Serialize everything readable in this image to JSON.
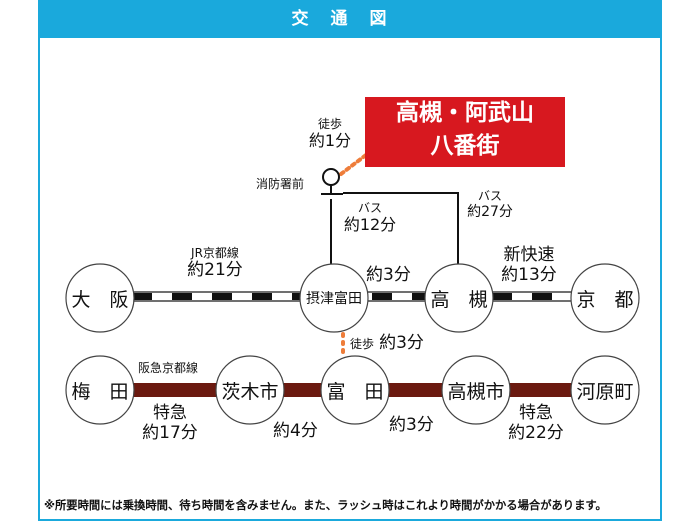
{
  "title": "交通図",
  "destination": {
    "line1": "高槻・阿武山",
    "line2": "八番街"
  },
  "bus_stop": "消防署前",
  "walk_top": {
    "mode": "徒歩",
    "time": "約1分"
  },
  "bus1": {
    "mode": "バス",
    "time": "約12分"
  },
  "bus2": {
    "mode": "バス",
    "time": "約27分"
  },
  "jr": {
    "stations": [
      "大　阪",
      "摂津富田",
      "高　槻",
      "京　都"
    ],
    "line_name": "JR京都線",
    "seg1_time": "約21分",
    "seg2_time": "約3分",
    "seg3_mode": "新快速",
    "seg3_time": "約13分"
  },
  "transfer": {
    "mode": "徒歩",
    "time": "約3分"
  },
  "hankyu": {
    "stations": [
      "梅　田",
      "茨木市",
      "富　田",
      "高槻市",
      "河原町"
    ],
    "line_name": "阪急京都線",
    "seg1_mode": "特急",
    "seg1_time": "約17分",
    "seg2_time": "約4分",
    "seg3_time": "約3分",
    "seg4_mode": "特急",
    "seg4_time": "約22分"
  },
  "note": "※所要時間には乗換時間、待ち時間を含みません。また、ラッシュ時はこれより時間がかかる場合があります。",
  "colors": {
    "header": "#1aa9dc",
    "destination": "#d7181f",
    "hankyu": "#6b1a10",
    "walk": "#ee7d3a"
  }
}
